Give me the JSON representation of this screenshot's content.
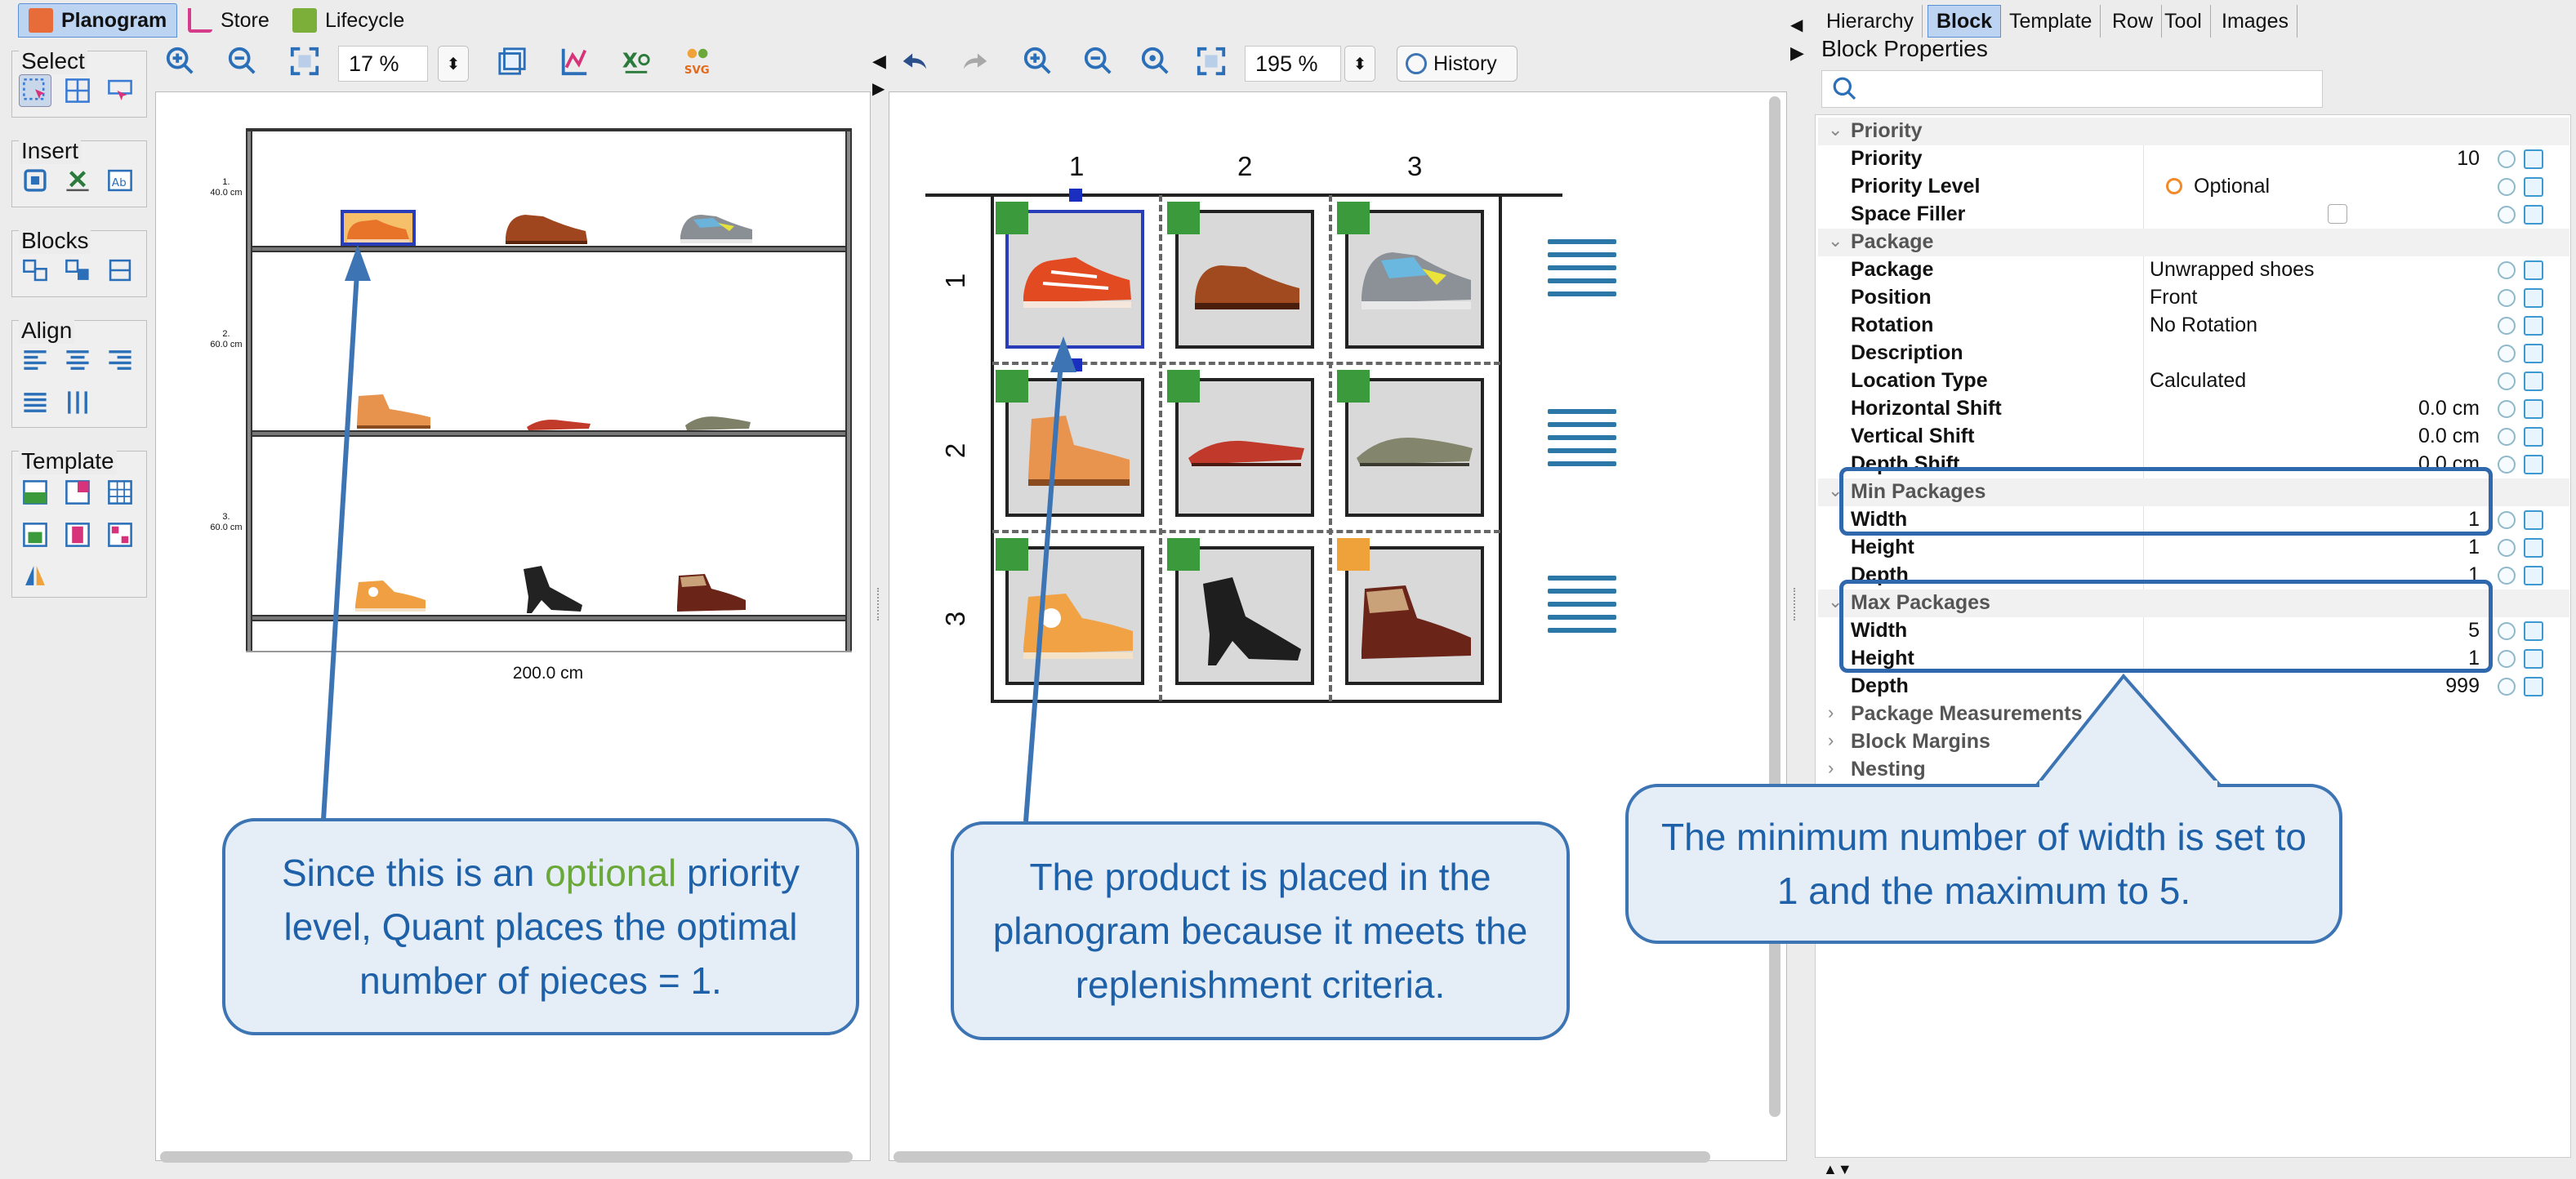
{
  "app_tabs": [
    {
      "label": "Planogram"
    },
    {
      "label": "Store"
    },
    {
      "label": "Lifecycle"
    }
  ],
  "palette": {
    "select": "Select",
    "insert": "Insert",
    "blocks": "Blocks",
    "align": "Align",
    "template": "Template"
  },
  "left_view": {
    "zoom": "17 %",
    "shelf_labels": [
      {
        "num": "1.",
        "size": "40.0 cm"
      },
      {
        "num": "2.",
        "size": "60.0 cm"
      },
      {
        "num": "3.",
        "size": "60.0 cm"
      }
    ],
    "width_label": "200.0 cm"
  },
  "mid_view": {
    "zoom": "195 %",
    "history_label": "History",
    "col_labels": [
      "1",
      "2",
      "3"
    ],
    "row_labels": [
      "1",
      "2",
      "3"
    ]
  },
  "right_tabs": [
    {
      "label": "Hierarchy"
    },
    {
      "label": "Block"
    },
    {
      "label": "Template"
    },
    {
      "label": "Row"
    },
    {
      "label": "Tool"
    },
    {
      "label": "Images"
    }
  ],
  "props": {
    "title": "Block Properties",
    "search_placeholder": "",
    "rows": [
      {
        "type": "section",
        "label": "Priority"
      },
      {
        "label": "Priority",
        "value": "10",
        "align": "right"
      },
      {
        "label": "Priority Level",
        "value": "Optional",
        "align": "left"
      },
      {
        "label": "Space Filler",
        "value": "",
        "align": "left"
      },
      {
        "type": "section",
        "label": "Package"
      },
      {
        "label": "Package",
        "value": "Unwrapped shoes",
        "align": "left"
      },
      {
        "label": "Position",
        "value": "Front",
        "align": "left"
      },
      {
        "label": "Rotation",
        "value": "No Rotation",
        "align": "left"
      },
      {
        "label": "Description",
        "value": "",
        "align": "left"
      },
      {
        "label": "Location Type",
        "value": "Calculated",
        "align": "left"
      },
      {
        "label": "Horizontal Shift",
        "value": "0.0 cm",
        "align": "right"
      },
      {
        "label": "Vertical Shift",
        "value": "0.0 cm",
        "align": "right"
      },
      {
        "label": "Depth Shift",
        "value": "0.0 cm",
        "align": "right"
      },
      {
        "type": "section",
        "label": "Min Packages"
      },
      {
        "label": "Width",
        "value": "1",
        "align": "right"
      },
      {
        "label": "Height",
        "value": "1",
        "align": "right"
      },
      {
        "label": "Depth",
        "value": "1",
        "align": "right"
      },
      {
        "type": "section",
        "label": "Max Packages"
      },
      {
        "label": "Width",
        "value": "5",
        "align": "right"
      },
      {
        "label": "Height",
        "value": "1",
        "align": "right"
      },
      {
        "label": "Depth",
        "value": "999",
        "align": "right"
      },
      {
        "type": "collapsed",
        "label": "Package Measurements"
      },
      {
        "type": "collapsed",
        "label": "Block Margins"
      },
      {
        "type": "collapsed",
        "label": "Nesting"
      }
    ]
  },
  "callouts": {
    "left_a": "Since this is an ",
    "left_highlight": "optional",
    "left_b": " priority level, Quant places the optimal number of pieces = 1.",
    "middle": "The product is placed in the planogram because it meets the replenishment criteria.",
    "right": "The minimum number of width is set to 1 and the maximum to 5."
  },
  "colors": {
    "accent": "#3c74b4",
    "optional_green": "#6aa83a",
    "marker_green": "#3b9a3b",
    "marker_orange": "#f0a23a"
  }
}
